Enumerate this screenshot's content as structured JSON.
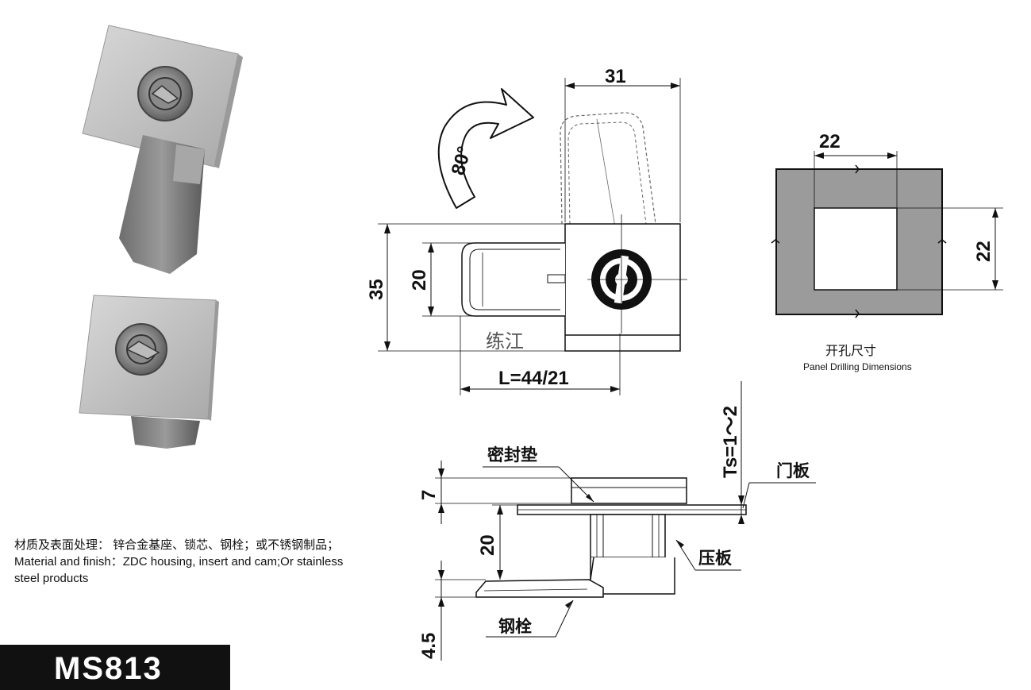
{
  "model": "MS813",
  "material": {
    "cn": "材质及表面处理： 锌合金基座、锁芯、钢栓；或不锈钢制品；",
    "en": "Material and finish：ZDC housing, insert  and cam;Or stainless steel products"
  },
  "front_view": {
    "dim_width": "31",
    "rotation_angle": "80°",
    "dim_height": "35",
    "dim_inner_height": "20",
    "dim_length": "L=44/21",
    "watermark": "练江"
  },
  "panel_drilling": {
    "dim_width": "22",
    "dim_height": "22",
    "caption_cn": "开孔尺寸",
    "caption_en": "Panel Drilling Dimensions"
  },
  "side_view": {
    "dim_thickness": "Ts=1～2",
    "dim_7": "7",
    "dim_20": "20",
    "dim_4_5": "4.5",
    "label_gasket": "密封垫",
    "label_door_panel": "门板",
    "label_pressure_plate": "压板",
    "label_cam": "钢栓"
  }
}
